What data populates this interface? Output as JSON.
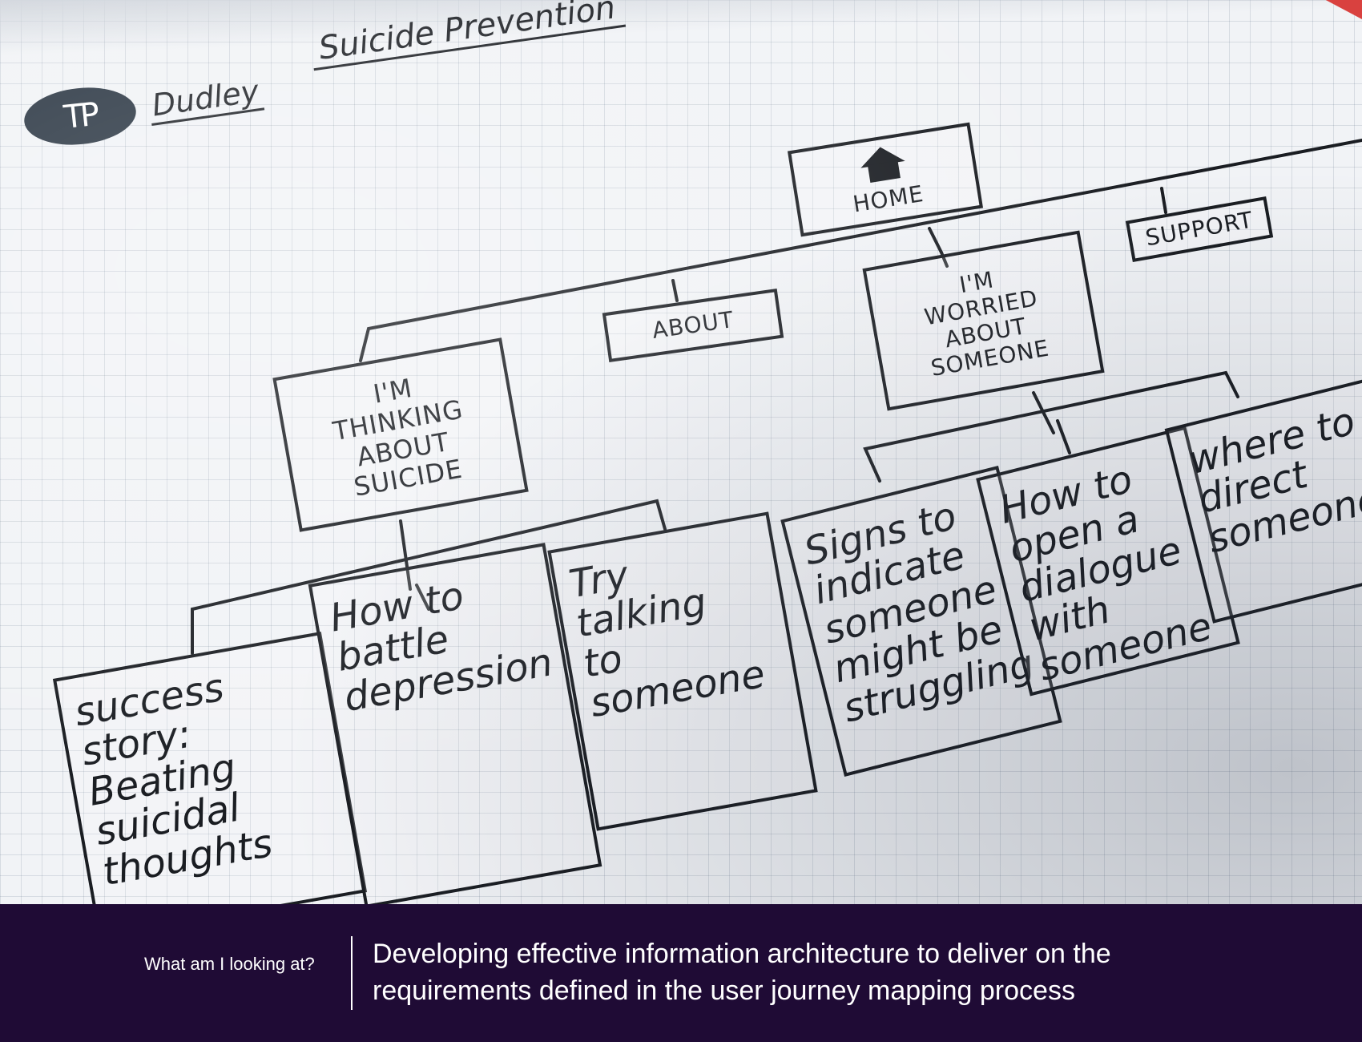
{
  "header": {
    "logo_text": "TP",
    "title_part1": "Dudley",
    "title_part2": "Suicide Prevention"
  },
  "diagram": {
    "home": "HOME",
    "support": "SUPPORT",
    "about": "ABOUT",
    "worried": [
      "I'M",
      "WORRIED",
      "ABOUT",
      "SOMEONE"
    ],
    "thinking": [
      "I'M",
      "THINKING",
      "ABOUT",
      "SUICIDE"
    ],
    "children": {
      "success": [
        "success",
        "story:",
        "Beating",
        "suicidal",
        "thoughts"
      ],
      "battle": [
        "How to",
        "battle",
        "depression"
      ],
      "talking": [
        "Try",
        "talking",
        "to",
        "someone"
      ],
      "signs": [
        "Signs to",
        "indicate",
        "someone",
        "might be",
        "struggling"
      ],
      "dialogue": [
        "How to",
        "open a",
        "dialogue",
        "with",
        "someone"
      ],
      "direct": [
        "where to",
        "direct",
        "someone"
      ]
    }
  },
  "caption": {
    "label": "What am I looking at?",
    "text_line1": "Developing effective information architecture to deliver on the",
    "text_line2": "requirements defined in the user journey mapping process",
    "bg_color": "#1f0b35"
  }
}
